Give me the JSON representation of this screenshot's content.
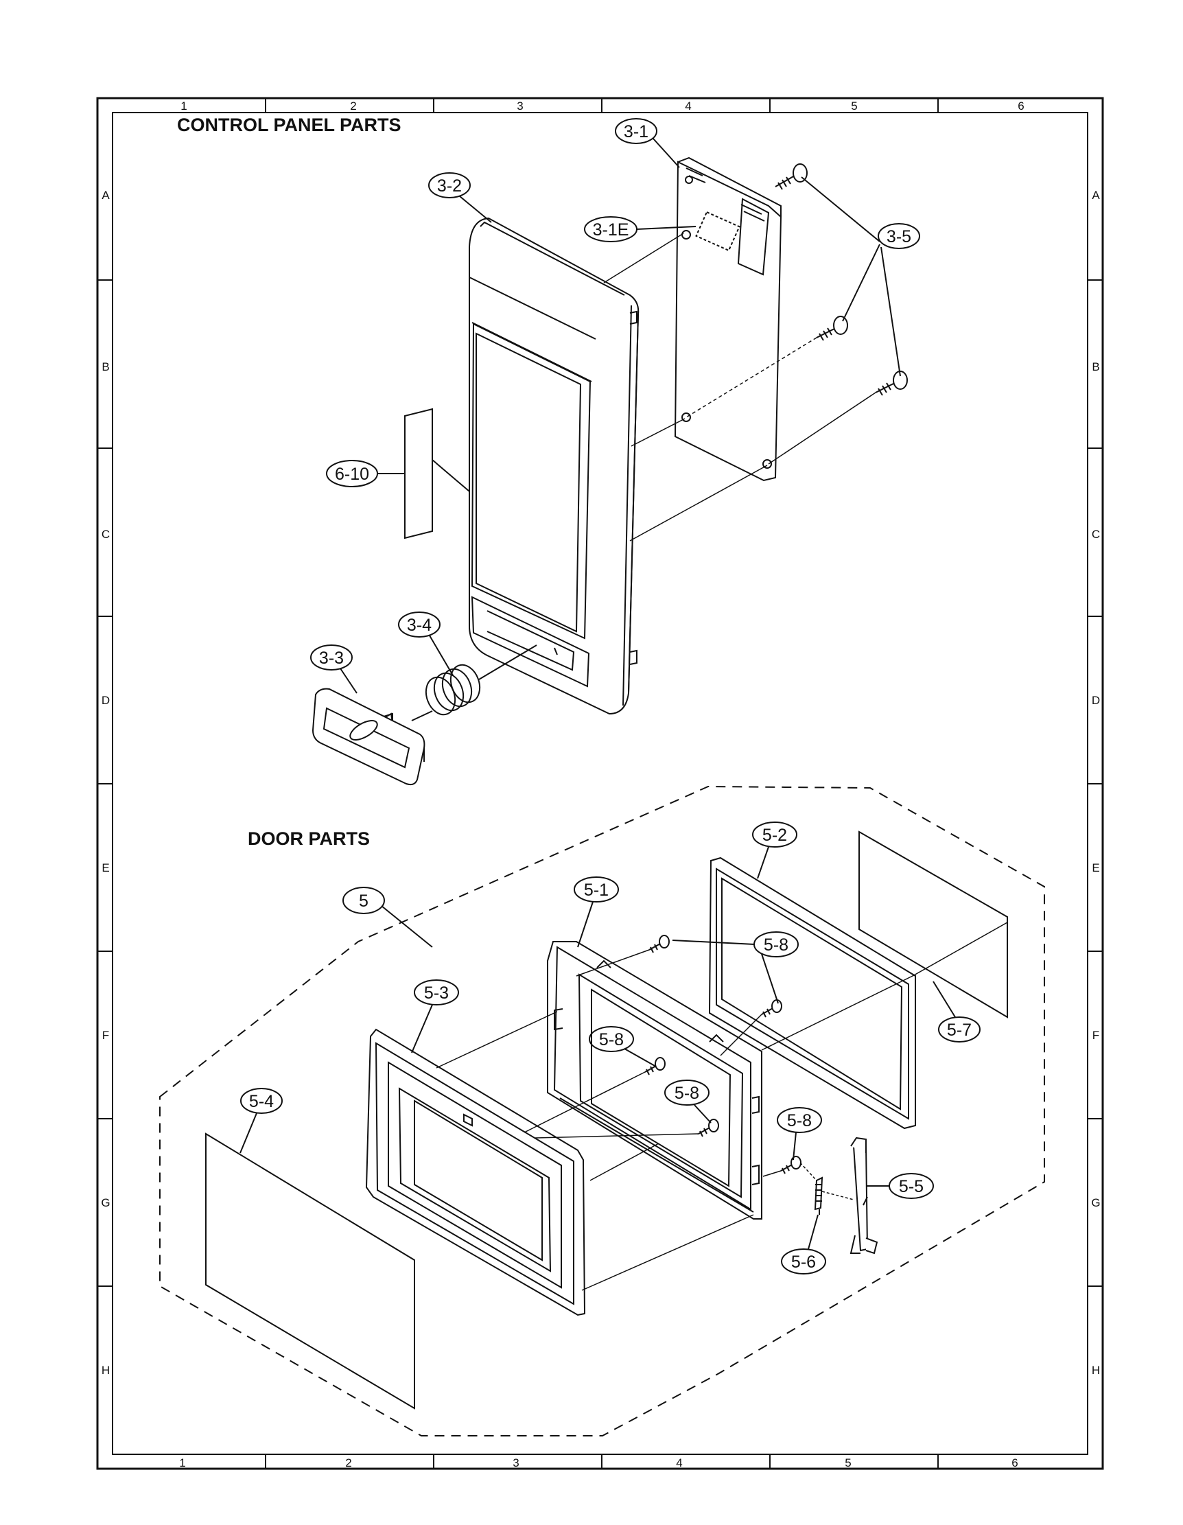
{
  "sections": {
    "control_panel_title": "CONTROL PANEL PARTS",
    "door_title": "DOOR PARTS"
  },
  "grid": {
    "columns": [
      "1",
      "2",
      "3",
      "4",
      "5",
      "6"
    ],
    "rows": [
      "A",
      "B",
      "C",
      "D",
      "E",
      "F",
      "G",
      "H"
    ]
  },
  "parts": {
    "p3_1": "3-1",
    "p3_1E": "3-1E",
    "p3_2": "3-2",
    "p3_3": "3-3",
    "p3_4": "3-4",
    "p3_5": "3-5",
    "p6_10": "6-10",
    "p5": "5",
    "p5_1": "5-1",
    "p5_2": "5-2",
    "p5_3": "5-3",
    "p5_4": "5-4",
    "p5_5": "5-5",
    "p5_6": "5-6",
    "p5_7": "5-7",
    "p5_8a": "5-8",
    "p5_8b": "5-8",
    "p5_8c": "5-8",
    "p5_8d": "5-8"
  }
}
